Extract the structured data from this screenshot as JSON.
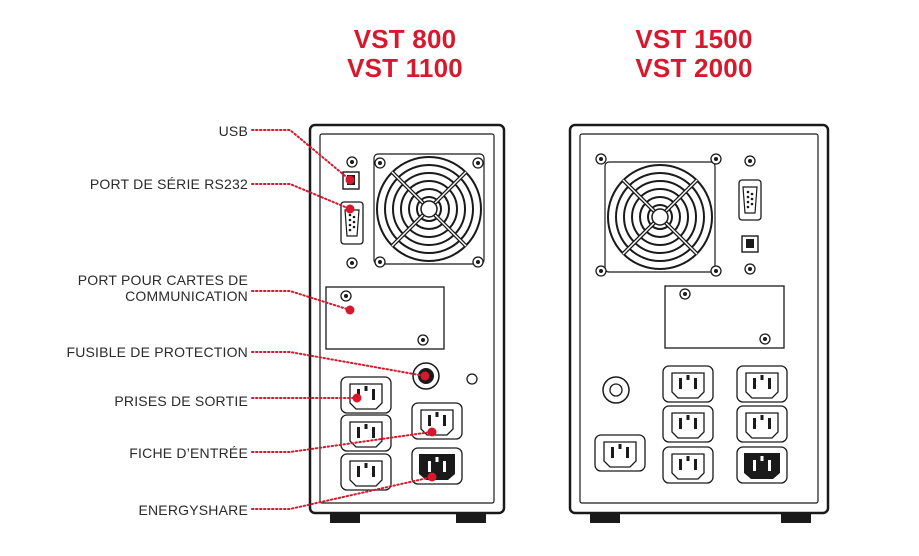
{
  "models": {
    "left": {
      "line1": "VST 800",
      "line2": "VST 1100"
    },
    "right": {
      "line1": "VST 1500",
      "line2": "VST 2000"
    }
  },
  "callouts": {
    "usb": "USB",
    "rs232": "PORT DE SÉRIE RS232",
    "comm_port_line1": "PORT POUR CARTES DE",
    "comm_port_line2": "COMMUNICATION",
    "fuse": "FUSIBLE DE PROTECTION",
    "outlets": "PRISES DE SORTIE",
    "input": "FICHE D’ENTRÉE",
    "energyshare": "ENERGYSHARE"
  },
  "colors": {
    "accent": "#d7192e",
    "outline": "#1a1a1a"
  }
}
